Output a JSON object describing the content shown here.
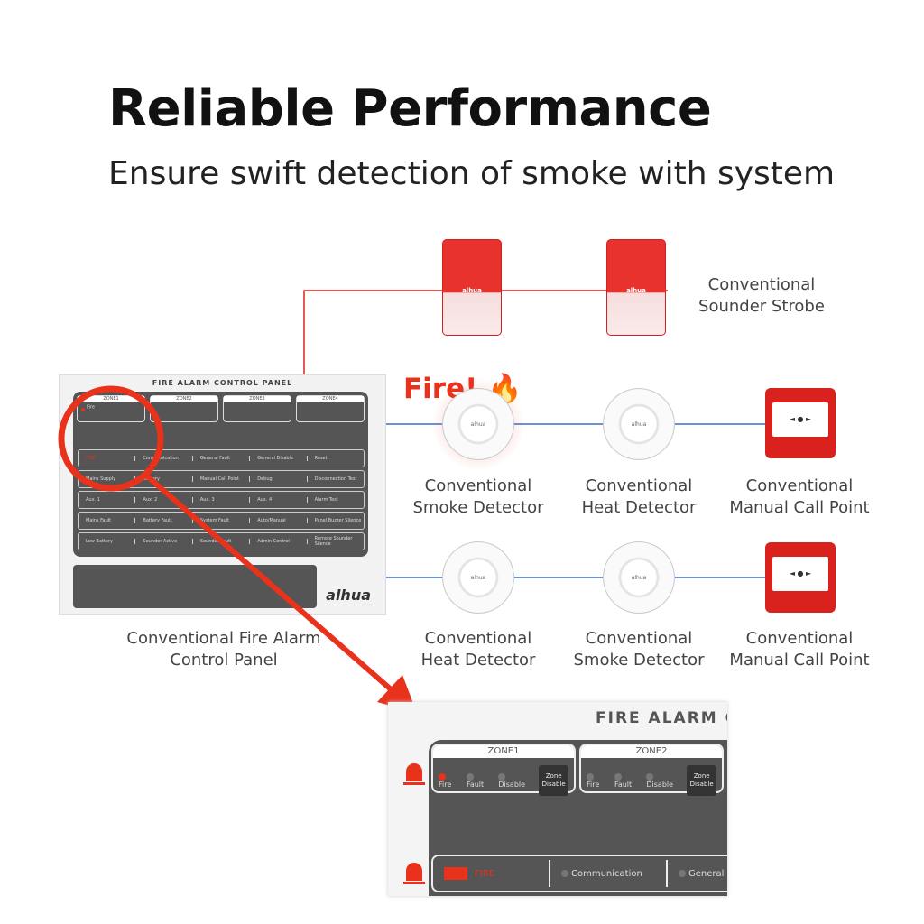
{
  "header": {
    "title": "Reliable Performance",
    "subtitle": "Ensure swift detection of smoke with system"
  },
  "colors": {
    "wire_red": "#d9221d",
    "wire_blue": "#3a6fc4",
    "alert": "#e8321c"
  },
  "alert": {
    "text": "Fire!",
    "icon": "flame-icon"
  },
  "devices": {
    "strobe": {
      "label1": "Conventional",
      "label2": "Sounder Strobe",
      "brand": "alhua"
    },
    "row1": [
      {
        "l1": "Conventional",
        "l2": "Smoke Detector"
      },
      {
        "l1": "Conventional",
        "l2": "Heat Detector"
      },
      {
        "l1": "Conventional",
        "l2": "Manual Call Point"
      }
    ],
    "row2": [
      {
        "l1": "Conventional",
        "l2": "Heat Detector"
      },
      {
        "l1": "Conventional",
        "l2": "Smoke Detector"
      },
      {
        "l1": "Conventional",
        "l2": "Manual Call Point"
      }
    ],
    "detector_brand": "alhua"
  },
  "panel": {
    "label1": "Conventional Fire Alarm",
    "label2": "Control Panel",
    "title": "FIRE ALARM CONTROL PANEL",
    "brand": "alhua",
    "zones": [
      "ZONE1",
      "ZONE2",
      "ZONE3",
      "ZONE4"
    ],
    "zone_leds": [
      "Fire",
      "Fault",
      "Disable"
    ],
    "zone_button": "Zone Disable",
    "grid": [
      [
        "FIRE",
        "Communication",
        "General Fault",
        "General Disable",
        "Reset"
      ],
      [
        "Mains Supply",
        "Battery",
        "Manual Call Point",
        "Debug",
        "Disconnection Test"
      ],
      [
        "Aux. 1",
        "Aux. 2",
        "Aux. 3",
        "Aux. 4",
        "Alarm Test"
      ],
      [
        "Mains Fault",
        "Battery Fault",
        "System Fault",
        "Auto/Manual",
        "Panel Buzzer Silence"
      ],
      [
        "Low Battery",
        "Sounder Active",
        "Sounder Fault",
        "Admin Control",
        "Remote Sounder Silence"
      ]
    ]
  },
  "zoom": {
    "title": "FIRE ALARM CO",
    "zones": [
      "ZONE1",
      "ZONE2"
    ],
    "row": [
      "FIRE",
      "Communication",
      "General Fa"
    ]
  }
}
